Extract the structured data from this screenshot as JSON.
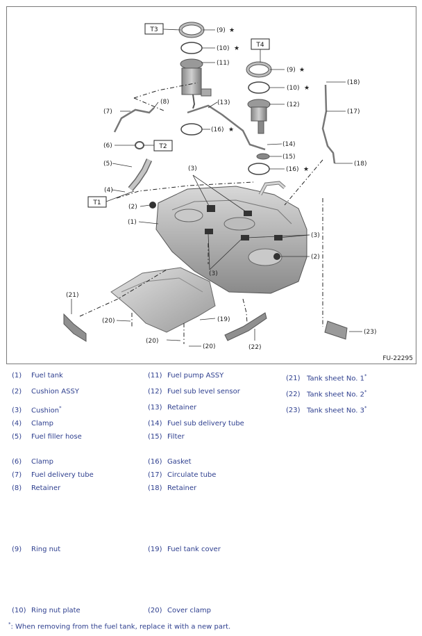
{
  "figure": {
    "id": "FU-22295",
    "tboxes": [
      "T1",
      "T2",
      "T3",
      "T4"
    ],
    "callouts": {
      "c1": "(1)",
      "c2": "(2)",
      "c3": "(3)",
      "c4": "(4)",
      "c5": "(5)",
      "c6": "(6)",
      "c7": "(7)",
      "c8": "(8)",
      "c9": "(9)",
      "c10": "(10)",
      "c11": "(11)",
      "c12": "(12)",
      "c13": "(13)",
      "c14": "(14)",
      "c15": "(15)",
      "c16": "(16)",
      "c17": "(17)",
      "c18": "(18)",
      "c19": "(19)",
      "c20": "(20)",
      "c21": "(21)",
      "c22": "(22)",
      "c23": "(23)"
    },
    "star": "★"
  },
  "legend": [
    {
      "num": "(1)",
      "name": "Fuel tank"
    },
    {
      "num": "(2)",
      "name": "Cushion ASSY"
    },
    {
      "num": "(3)",
      "name": "Cushion",
      "mark": "*"
    },
    {
      "num": "(4)",
      "name": "Clamp"
    },
    {
      "num": "(5)",
      "name": "Fuel filler hose"
    },
    {
      "num": "(6)",
      "name": "Clamp"
    },
    {
      "num": "(7)",
      "name": "Fuel delivery tube"
    },
    {
      "num": "(8)",
      "name": "Retainer"
    },
    {
      "num": "(9)",
      "name": "Ring nut"
    },
    {
      "num": "(10)",
      "name": "Ring nut plate"
    },
    {
      "num": "(11)",
      "name": "Fuel pump ASSY"
    },
    {
      "num": "(12)",
      "name": "Fuel sub level sensor"
    },
    {
      "num": "(13)",
      "name": "Retainer"
    },
    {
      "num": "(14)",
      "name": "Fuel sub delivery tube"
    },
    {
      "num": "(15)",
      "name": "Filter"
    },
    {
      "num": "(16)",
      "name": "Gasket"
    },
    {
      "num": "(17)",
      "name": "Circulate tube"
    },
    {
      "num": "(18)",
      "name": "Retainer"
    },
    {
      "num": "(19)",
      "name": "Fuel tank cover"
    },
    {
      "num": "(20)",
      "name": "Cover clamp"
    },
    {
      "num": "(21)",
      "name": "Tank sheet No. 1",
      "mark": "*"
    },
    {
      "num": "(22)",
      "name": "Tank sheet No. 2",
      "mark": "*"
    },
    {
      "num": "(23)",
      "name": "Tank sheet No. 3",
      "mark": "*"
    }
  ],
  "footnote": {
    "mark": "*",
    "text": ": When removing from the fuel tank, replace it with a new part."
  },
  "colors": {
    "legend_text": "#2d3e8e",
    "metal": "#b5b5b5",
    "metal_dark": "#7e7e7e"
  }
}
